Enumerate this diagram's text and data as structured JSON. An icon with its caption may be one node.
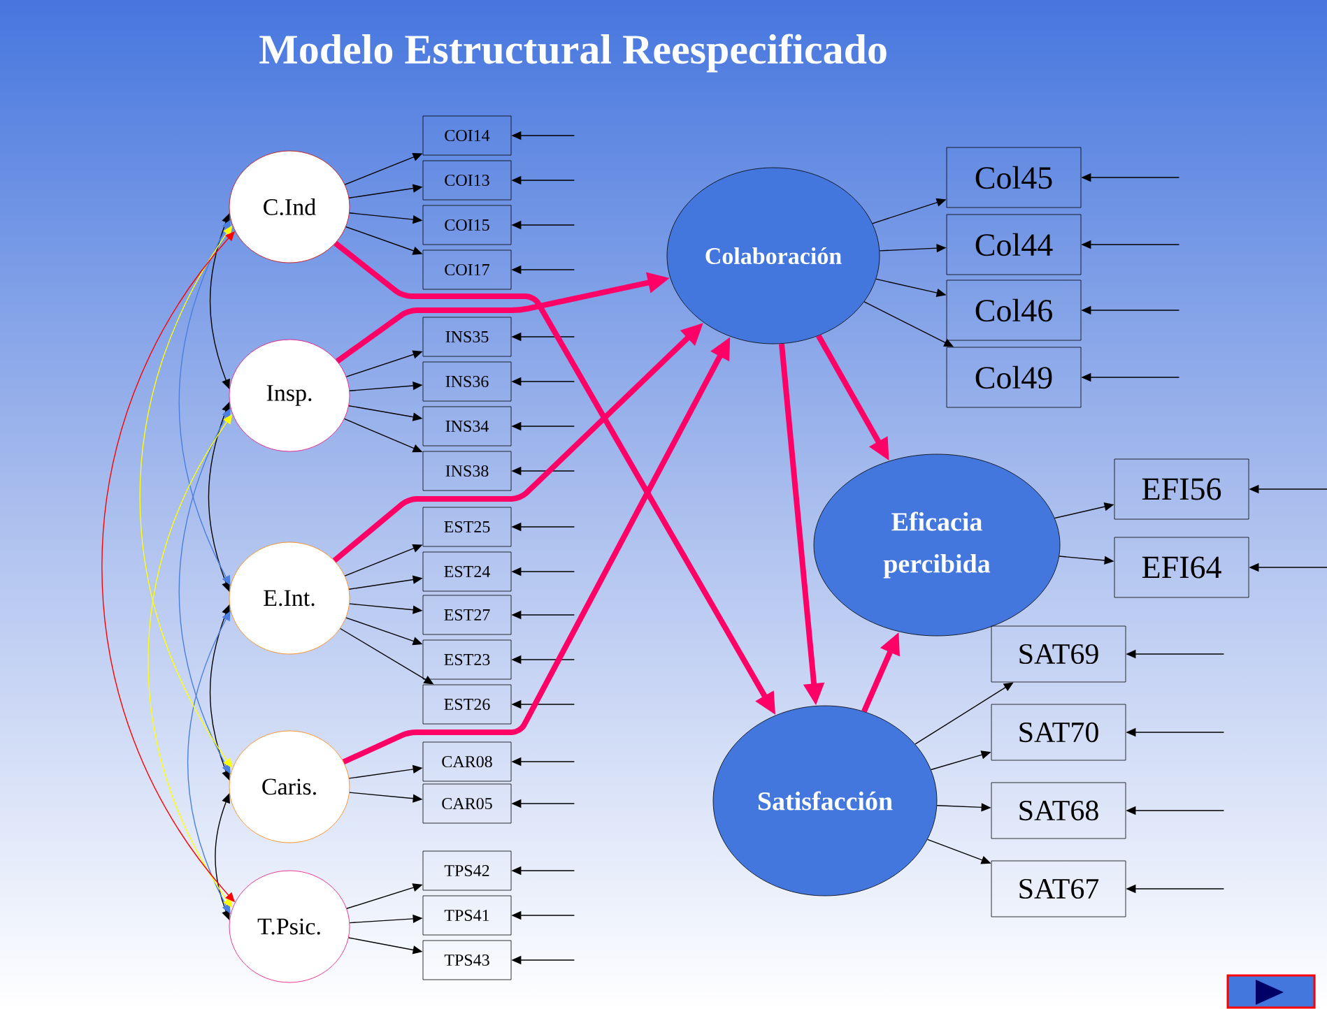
{
  "diagram": {
    "title": "Modelo Estructural Reespecificado",
    "nodes": [
      {
        "text": [
          "C.Ind"
        ]
      },
      {
        "text": [
          "Insp."
        ]
      },
      {
        "text": [
          "E.Int."
        ]
      },
      {
        "text": [
          "Caris."
        ]
      },
      {
        "text": [
          "T.Psic."
        ]
      },
      {
        "text": [
          "COI14"
        ]
      },
      {
        "text": [
          "COI13"
        ]
      },
      {
        "text": [
          "COI15"
        ]
      },
      {
        "text": [
          "COI17"
        ]
      },
      {
        "text": [
          "INS35"
        ]
      },
      {
        "text": [
          "INS36"
        ]
      },
      {
        "text": [
          "INS34"
        ]
      },
      {
        "text": [
          "INS38"
        ]
      },
      {
        "text": [
          "EST25"
        ]
      },
      {
        "text": [
          "EST24"
        ]
      },
      {
        "text": [
          "EST27"
        ]
      },
      {
        "text": [
          "EST23"
        ]
      },
      {
        "text": [
          "EST26"
        ]
      },
      {
        "text": [
          "CAR08"
        ]
      },
      {
        "text": [
          "CAR05"
        ]
      },
      {
        "text": [
          "TPS42"
        ]
      },
      {
        "text": [
          "TPS41"
        ]
      },
      {
        "text": [
          "TPS43"
        ]
      },
      {
        "text": [
          "Colaboración"
        ]
      },
      {
        "text": [
          "Eficacia percibida"
        ]
      },
      {
        "text": [
          "Satisfacción"
        ]
      },
      {
        "text": [
          "Col45"
        ]
      },
      {
        "text": [
          "Col44"
        ]
      },
      {
        "text": [
          "Col46"
        ]
      },
      {
        "text": [
          "Col49"
        ]
      },
      {
        "text": [
          "EFI56"
        ]
      },
      {
        "text": [
          "EFI64"
        ]
      },
      {
        "text": [
          "SAT69"
        ]
      },
      {
        "text": [
          "SAT70"
        ]
      },
      {
        "text": [
          "SAT68"
        ]
      },
      {
        "text": [
          "SAT67"
        ]
      }
    ],
    "edges": [
      {
        "from": 0,
        "to": 5,
        "arrow": "to"
      },
      {
        "from": 0,
        "to": 6,
        "arrow": "to"
      },
      {
        "from": 0,
        "to": 7,
        "arrow": "to"
      },
      {
        "from": 0,
        "to": 8,
        "arrow": "to"
      },
      {
        "from": 1,
        "to": 9,
        "arrow": "to"
      },
      {
        "from": 1,
        "to": 10,
        "arrow": "to"
      },
      {
        "from": 1,
        "to": 11,
        "arrow": "to"
      },
      {
        "from": 1,
        "to": 12,
        "arrow": "to"
      },
      {
        "from": 2,
        "to": 13,
        "arrow": "to"
      },
      {
        "from": 2,
        "to": 14,
        "arrow": "to"
      },
      {
        "from": 2,
        "to": 15,
        "arrow": "to"
      },
      {
        "from": 2,
        "to": 16,
        "arrow": "to"
      },
      {
        "from": 2,
        "to": 17,
        "arrow": "to"
      },
      {
        "from": 3,
        "to": 18,
        "arrow": "to"
      },
      {
        "from": 3,
        "to": 19,
        "arrow": "to"
      },
      {
        "from": 4,
        "to": 20,
        "arrow": "to"
      },
      {
        "from": 4,
        "to": 21,
        "arrow": "to"
      },
      {
        "from": 4,
        "to": 22,
        "arrow": "to"
      },
      {
        "from": 23,
        "to": 26,
        "arrow": "to"
      },
      {
        "from": 23,
        "to": 27,
        "arrow": "to"
      },
      {
        "from": 23,
        "to": 28,
        "arrow": "to"
      },
      {
        "from": 23,
        "to": 29,
        "arrow": "to"
      },
      {
        "from": 24,
        "to": 30,
        "arrow": "to"
      },
      {
        "from": 24,
        "to": 31,
        "arrow": "to"
      },
      {
        "from": 25,
        "to": 32,
        "arrow": "to"
      },
      {
        "from": 25,
        "to": 33,
        "arrow": "to"
      },
      {
        "from": 25,
        "to": 34,
        "arrow": "to"
      },
      {
        "from": 25,
        "to": 35,
        "arrow": "to"
      },
      {
        "from": null,
        "to": 5,
        "arrow": "to"
      },
      {
        "from": null,
        "to": 6,
        "arrow": "to"
      },
      {
        "from": null,
        "to": 7,
        "arrow": "to"
      },
      {
        "from": null,
        "to": 8,
        "arrow": "to"
      },
      {
        "from": null,
        "to": 9,
        "arrow": "to"
      },
      {
        "from": null,
        "to": 10,
        "arrow": "to"
      },
      {
        "from": null,
        "to": 11,
        "arrow": "to"
      },
      {
        "from": null,
        "to": 12,
        "arrow": "to"
      },
      {
        "from": null,
        "to": 13,
        "arrow": "to"
      },
      {
        "from": null,
        "to": 14,
        "arrow": "to"
      },
      {
        "from": null,
        "to": 15,
        "arrow": "to"
      },
      {
        "from": null,
        "to": 16,
        "arrow": "to"
      },
      {
        "from": null,
        "to": 17,
        "arrow": "to"
      },
      {
        "from": null,
        "to": 18,
        "arrow": "to"
      },
      {
        "from": null,
        "to": 19,
        "arrow": "to"
      },
      {
        "from": null,
        "to": 20,
        "arrow": "to"
      },
      {
        "from": null,
        "to": 21,
        "arrow": "to"
      },
      {
        "from": null,
        "to": 22,
        "arrow": "to"
      },
      {
        "from": null,
        "to": 26,
        "arrow": "to"
      },
      {
        "from": null,
        "to": 27,
        "arrow": "to"
      },
      {
        "from": null,
        "to": 28,
        "arrow": "to"
      },
      {
        "from": null,
        "to": 29,
        "arrow": "to"
      },
      {
        "from": null,
        "to": 30,
        "arrow": "to"
      },
      {
        "from": null,
        "to": 31,
        "arrow": "to"
      },
      {
        "from": null,
        "to": 32,
        "arrow": "to"
      },
      {
        "from": null,
        "to": 33,
        "arrow": "to"
      },
      {
        "from": null,
        "to": 34,
        "arrow": "to"
      },
      {
        "from": null,
        "to": 35,
        "arrow": "to"
      },
      {
        "from": 0,
        "to": 25,
        "arrow": "to",
        "style": "thick",
        "color": "#ff0066"
      },
      {
        "from": 1,
        "to": 23,
        "arrow": "to",
        "style": "thick",
        "color": "#ff0066"
      },
      {
        "from": 2,
        "to": 23,
        "arrow": "to",
        "style": "thick",
        "color": "#ff0066"
      },
      {
        "from": 3,
        "to": 23,
        "arrow": "to",
        "style": "thick",
        "color": "#ff0066"
      },
      {
        "from": 23,
        "to": 24,
        "arrow": "to",
        "style": "thick",
        "color": "#ff0066"
      },
      {
        "from": 23,
        "to": 25,
        "arrow": "to",
        "style": "thick",
        "color": "#ff0066"
      },
      {
        "from": 25,
        "to": 24,
        "arrow": "to",
        "style": "thick",
        "color": "#ff0066"
      },
      {
        "from": 0,
        "to": 1,
        "arrow": "both"
      },
      {
        "from": 1,
        "to": 2,
        "arrow": "both"
      },
      {
        "from": 2,
        "to": 3,
        "arrow": "both"
      },
      {
        "from": 3,
        "to": 4,
        "arrow": "both"
      },
      {
        "from": 0,
        "to": 2,
        "arrow": "both",
        "color": "#4a7fe0"
      },
      {
        "from": 1,
        "to": 3,
        "arrow": "both",
        "color": "#4a7fe0"
      },
      {
        "from": 2,
        "to": 4,
        "arrow": "both",
        "color": "#4a7fe0"
      },
      {
        "from": 0,
        "to": 3,
        "arrow": "both",
        "color": "#ffff00"
      },
      {
        "from": 1,
        "to": 4,
        "arrow": "both",
        "color": "#ffff00"
      },
      {
        "from": 0,
        "to": 4,
        "arrow": "both",
        "color": "#ff0000"
      }
    ]
  }
}
